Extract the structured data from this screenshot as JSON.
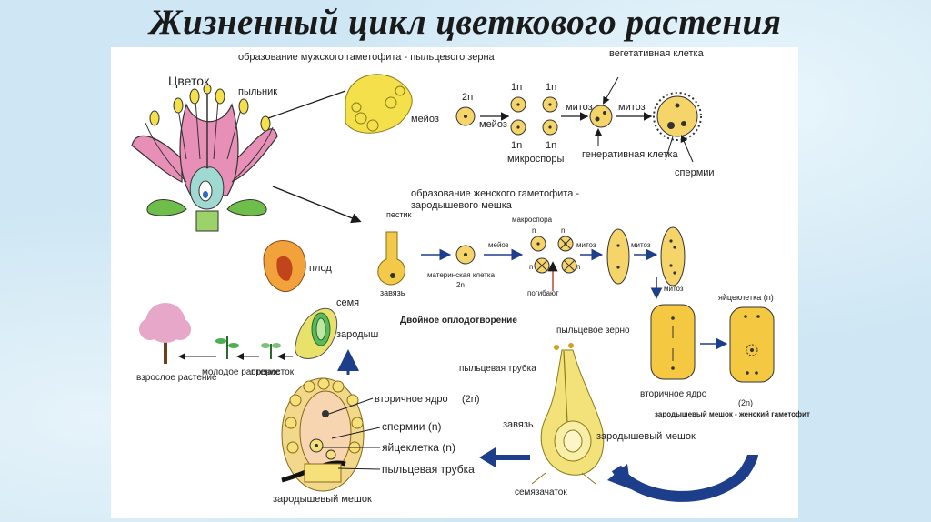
{
  "title": "Жизненный цикл цветкового растения",
  "labels": {
    "flower": "Цветок",
    "anther": "пыльник",
    "male_title": "образование мужского гаметофита  - пыльцевого зерна",
    "meiosis_blob": "мейоз",
    "n2_male": "2n",
    "meiosis": "мейоз",
    "n1_a": "1n",
    "n1_b": "1n",
    "n1_c": "1n",
    "n1_d": "1n",
    "microspores": "микроспоры",
    "mitosis_1": "митоз",
    "mitosis_2": "митоз",
    "vegetative_cell": "вегетативная клетка",
    "generative_cell": "генеративная клетка",
    "sperms": "спермии",
    "female_title_1": "образование женского гаметофита -",
    "female_title_2": "зародышевого мешка",
    "pistil": "пестик",
    "ovary_small": "завязь",
    "mother_cell": "материнская клетка",
    "mother_2n": "2n",
    "meiosis_f": "мейоз",
    "macrospore": "макроспора",
    "n_a": "n",
    "n_b": "n",
    "n_c": "n",
    "n_d": "n",
    "die": "погибают",
    "mitosis_f1": "митоз",
    "mitosis_f2": "митоз",
    "mitosis_f3": "митоз",
    "egg_cell_f": "яйцеклетка (n)",
    "secondary_nucleus_f": "вторичное ядро",
    "n2_f": "(2n)",
    "embryo_sac_f": "зародышевый мешок - женский гаметофит",
    "fruit": "плод",
    "seed": "семя",
    "embryo": "зародыш",
    "double_fert": "Двойное оплодотворение",
    "pollen_grain": "пыльцевое зерно",
    "pollen_tube_top": "пыльцевая трубка",
    "ovary": "завязь",
    "embryo_sac_mid": "зародышевый мешок",
    "ovule": "семязачаток",
    "secondary_nucleus": "вторичное ядро",
    "secondary_2n": "(2n)",
    "sperms_n": "спермии (n)",
    "egg_cell": "яйцеклетка (n)",
    "pollen_tube": "пыльцевая трубка",
    "embryo_sac_bottom": "зародышевый мешок",
    "adult_plant": "взрослое растение",
    "young_plant": "молодое растение",
    "sprout": "проросток"
  },
  "colors": {
    "petal": "#e88fb8",
    "anther": "#f3e04a",
    "cell": "#f5d46a",
    "arrow_dark": "#1d3e8a",
    "bg": "#cfe7f4"
  }
}
